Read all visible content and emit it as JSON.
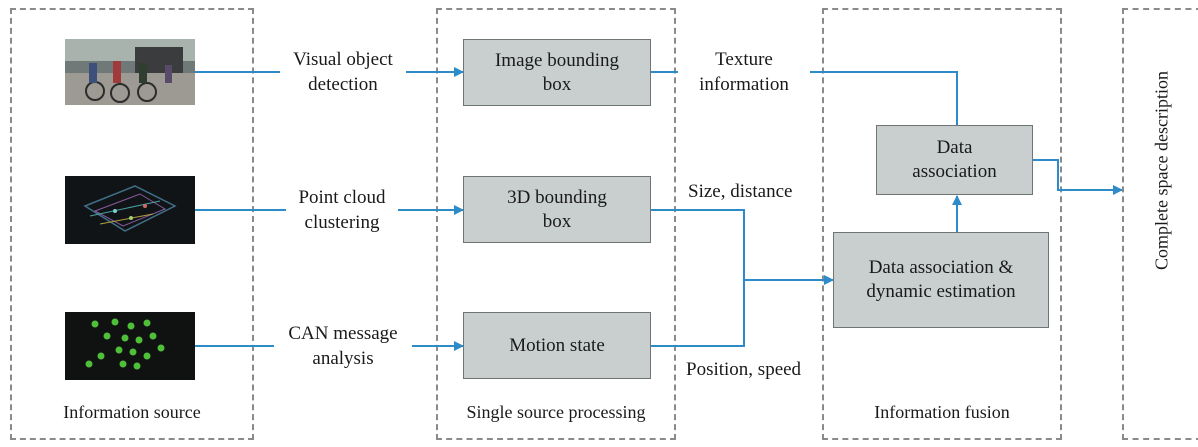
{
  "panels": {
    "source": "Information source",
    "single": "Single source processing",
    "fusion": "Information fusion",
    "complete": "Complete space description"
  },
  "boxes": {
    "image_bbox": "Image bounding\nbox",
    "bbox_3d": "3D bounding\nbox",
    "motion_state": "Motion state",
    "data_assoc": "Data\nassociation",
    "data_assoc_dyn": "Data association &\ndynamic estimation"
  },
  "edge_labels": {
    "visual": "Visual object\ndetection",
    "point_cloud": "Point cloud\nclustering",
    "can": "CAN message\nanalysis",
    "texture": "Texture\ninformation",
    "size": "Size, distance",
    "position": "Position, speed"
  },
  "colors": {
    "arrow": "#2e8bc9",
    "box_fill": "#c9cfcf",
    "dash": "#8a8a8a"
  }
}
